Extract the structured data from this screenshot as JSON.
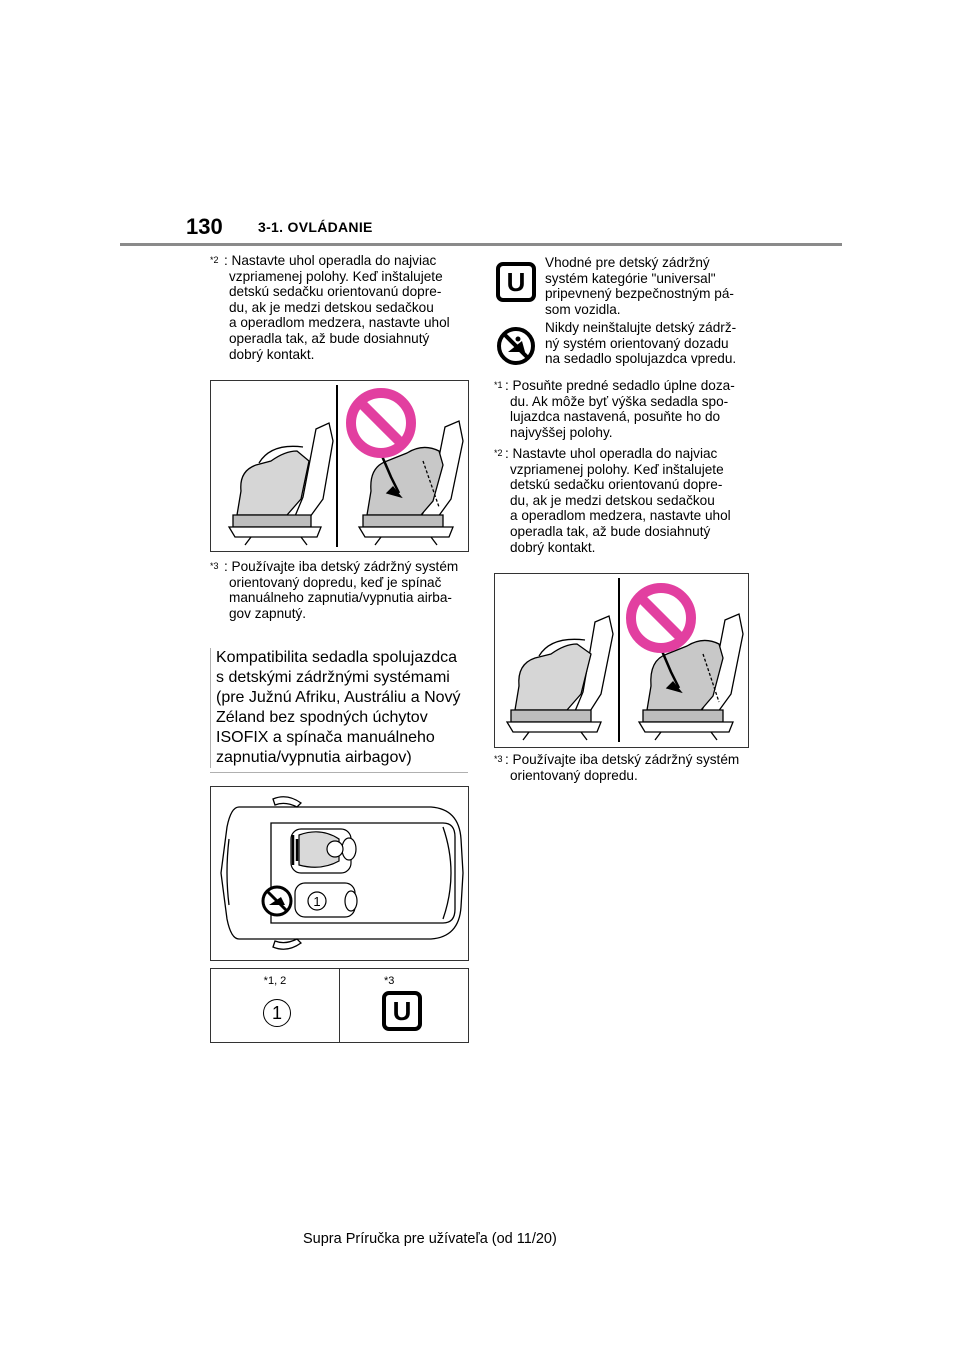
{
  "header": {
    "page_number": "130",
    "section": "3-1. OVLÁDANIE"
  },
  "left": {
    "note2": {
      "marker": "*2",
      "lines": [
        ": Nastavte uhol operadla do najviac",
        "vzpriamenej polohy. Keď inštalujete",
        "detskú sedačku orientovanú dopre-",
        "du, ak je medzi detskou sedačkou",
        "a operadlom medzera, nastavte uhol",
        "operadla tak, až bude dosiahnutý",
        "dobrý kontakt."
      ]
    },
    "note3": {
      "marker": "*3",
      "lines": [
        ": Používajte iba detský zádržný systém",
        "orientovaný dopredu, keď je spínač",
        "manuálneho zapnutia/vypnutia airba-",
        "gov zapnutý."
      ]
    },
    "compat_title_lines": [
      "Kompatibilita sedadla spolujazdca",
      "s detskými zádržnými systémami",
      "(pre Južnú Afriku, Austráliu a Nový",
      "Zéland bez spodných úchytov",
      "ISOFIX a spínača manuálneho",
      "zapnutia/vypnutia airbagov)"
    ],
    "car_diagram": {
      "seat_number": "1"
    },
    "legend": {
      "col1_header": "*1, 2",
      "col1_symbol": "1",
      "col2_header": "*3",
      "col2_symbol": "U"
    }
  },
  "right": {
    "icon_u": {
      "symbol": "U",
      "lines": [
        "Vhodné pre detský zádržný",
        "systém kategórie \"universal\"",
        "pripevnený bezpečnostným pá-",
        "som vozidla."
      ]
    },
    "icon_no": {
      "lines": [
        "Nikdy neinštalujte detský zádrž-",
        "ný systém orientovaný dozadu",
        "na sedadlo spolujazdca vpredu."
      ]
    },
    "note1": {
      "marker": "*1",
      "lines": [
        ": Posuňte predné sedadlo úplne doza-",
        "du. Ak môže byť výška sedadla spo-",
        "lujazdca nastavená, posuňte ho do",
        "najvyššej polohy."
      ]
    },
    "note2": {
      "marker": "*2",
      "lines": [
        ": Nastavte uhol operadla do najviac",
        "vzpriamenej polohy. Keď inštalujete",
        "detskú sedačku orientovanú dopre-",
        "du, ak je medzi detskou sedačkou",
        "a operadlom medzera, nastavte uhol",
        "operadla tak, až bude dosiahnutý",
        "dobrý kontakt."
      ]
    },
    "note3": {
      "marker": "*3",
      "lines": [
        ": Používajte iba detský zádržný systém",
        "orientovaný dopredu."
      ]
    }
  },
  "footer": {
    "text": "Supra Príručka pre užívateľa (od 11/20)"
  },
  "colors": {
    "prohibit": "#e23fa0",
    "rule": "#8a8a8a",
    "seat_fill": "#c8c8c8"
  }
}
